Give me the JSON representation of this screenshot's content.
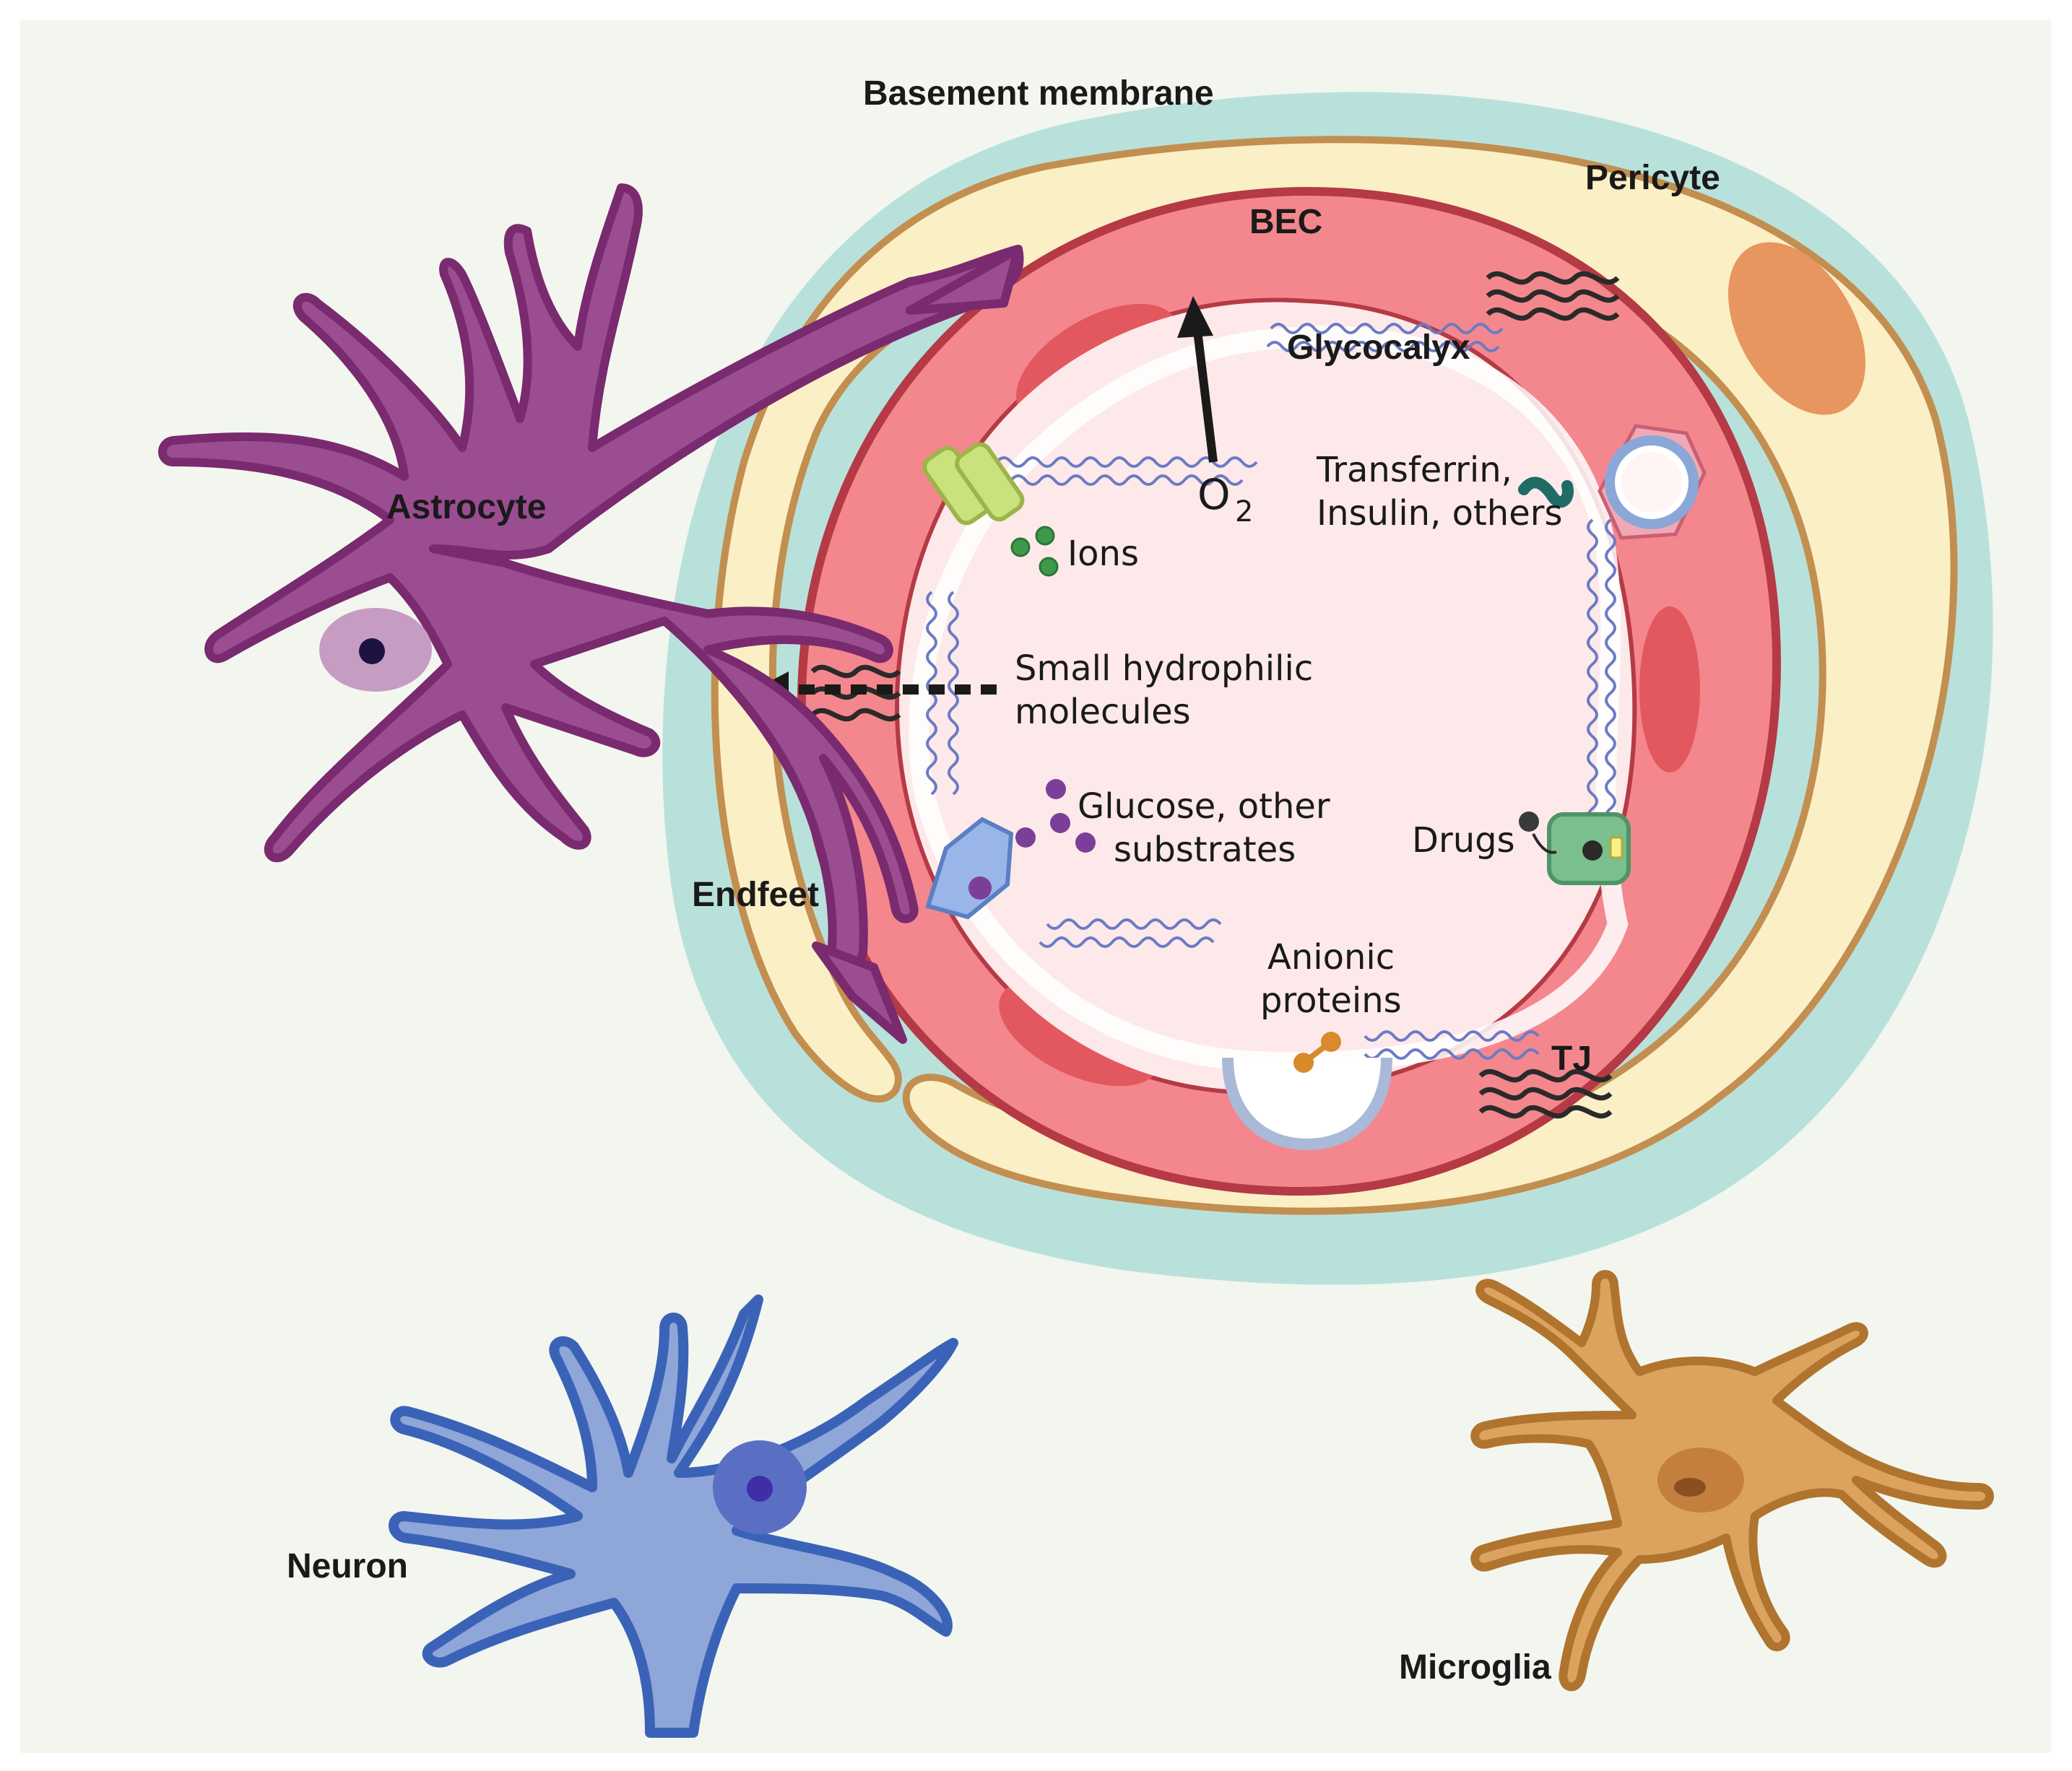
{
  "labels": {
    "basement_membrane": "Basement membrane",
    "pericyte": "Pericyte",
    "bec": "BEC",
    "glycocalyx": "Glycocalyx",
    "astrocyte": "Astrocyte",
    "o2_main": "O",
    "o2_sub": "2",
    "transferrin_line1": "Transferrin,",
    "transferrin_line2": "Insulin, others",
    "ions": "Ions",
    "small_line1": "Small hydrophilic",
    "small_line2": "molecules",
    "glucose_line1": "Glucose,  other",
    "glucose_line2": "substrates",
    "drugs": "Drugs",
    "endfeet": "Endfeet",
    "anionic_line1": "Anionic",
    "anionic_line2": "proteins",
    "tj": "TJ",
    "neuron": "Neuron",
    "microglia": "Microglia"
  },
  "colors": {
    "background": "#f2f6ef",
    "basement_membrane": "#b9e1dc",
    "pericyte_fill": "#fbefc6",
    "pericyte_outline": "#c28f50",
    "bec_fill": "#f3878d",
    "bec_outline": "#b53a45",
    "lumen": "#fde9ea",
    "astrocyte": "#9b4d92",
    "astrocyte_outline": "#7a2a6e",
    "neuron": "#8fa6d8",
    "neuron_outline": "#3a63b8",
    "microglia": "#dca35f",
    "microglia_outline": "#b0742f",
    "glycocalyx": "#6b7bc4"
  }
}
